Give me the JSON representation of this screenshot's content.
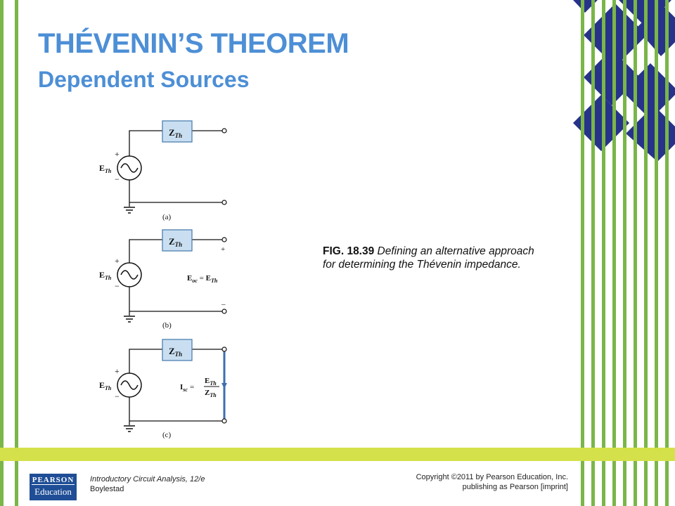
{
  "slide": {
    "title": "THÉVENIN’S THEOREM",
    "subtitle": "Dependent Sources"
  },
  "caption": {
    "fig_number": "FIG. 18.39",
    "text": " Defining an alternative approach for determining the Thévenin impedance."
  },
  "footer": {
    "book_title": "Introductory Circuit Analysis, 12/e",
    "author": "Boylestad",
    "copyright": "Copyright ©2011 by Pearson Education, Inc.",
    "publisher": "publishing as Pearson [imprint]",
    "logo_line1": "PEARSON",
    "logo_line2": "Education"
  },
  "circuits": {
    "a": {
      "source_label": "E",
      "source_sub": "Th",
      "impedance": "Z",
      "impedance_sub": "Th",
      "plus": "+",
      "minus": "−",
      "label": "(a)"
    },
    "b": {
      "source_label": "E",
      "source_sub": "Th",
      "impedance": "Z",
      "impedance_sub": "Th",
      "plus": "+",
      "minus": "−",
      "label": "(b)",
      "voc_lhs": "E",
      "voc_lhs_sub": "oc",
      "voc_eq": " = ",
      "voc_rhs": "E",
      "voc_rhs_sub": "Th",
      "term_plus": "+",
      "term_minus": "–"
    },
    "c": {
      "source_label": "E",
      "source_sub": "Th",
      "impedance": "Z",
      "impedance_sub": "Th",
      "plus": "+",
      "minus": "−",
      "label": "(c)",
      "isc": "I",
      "isc_sub": "sc",
      "isc_eq": "=",
      "num": "E",
      "num_sub": "Th",
      "den": "Z",
      "den_sub": "Th"
    }
  },
  "colors": {
    "title": "#4d8fd6",
    "green": "#7ab648",
    "lime": "#d4e14a",
    "navy": "#27338a",
    "box_fill": "#c9dff1",
    "box_stroke": "#4d7fb0",
    "wire": "#111111",
    "short": "#3d6fb0"
  }
}
